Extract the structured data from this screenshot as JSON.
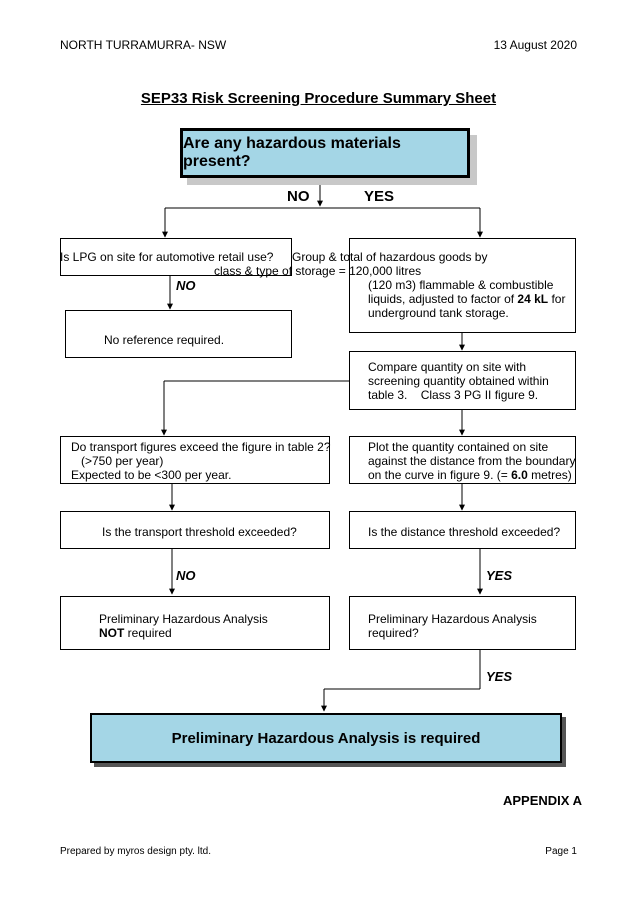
{
  "header": {
    "location": "NORTH TURRAMURRA- NSW",
    "date": "13 August 2020"
  },
  "title": "SEP33 Risk Screening Procedure Summary Sheet",
  "flow": {
    "q_hazardous": "Are any hazardous materials present?",
    "no": "NO",
    "yes": "YES",
    "lpg_question": "Is LPG on site for automotive retail use?",
    "group_line1": "Group & total of hazardous goods by",
    "group_line2": "class & type of storage = 120,000 litres",
    "group_line3": "(120 m3) flammable & combustible",
    "group_line4a": "liquids, adjusted to factor of ",
    "group_line4b": "24 kL",
    "group_line4c": " for",
    "group_line5": "underground tank storage.",
    "lpg_no": "NO",
    "no_reference": "No reference required.",
    "compare_line1": "Compare quantity on site with",
    "compare_line2": "screening quantity obtained within",
    "compare_line3": "table 3.    Class 3 PG II figure 9.",
    "transport_line1": "Do transport figures exceed the figure in table 2?",
    "transport_line2": "(>750 per year)",
    "transport_line3": "Expected to be <300 per year.",
    "plot_line1": "Plot the quantity contained on site",
    "plot_line2": "against the distance from the boundary",
    "plot_line3a": "on the curve in figure 9. (= ",
    "plot_line3b": "6.0",
    "plot_line3c": " metres)",
    "transport_threshold": "Is the transport threshold exceeded?",
    "distance_threshold": "Is the distance threshold exceeded?",
    "left_no": "NO",
    "right_yes": "YES",
    "pha_left_line1": "Preliminary Hazardous Analysis",
    "pha_left_not": "NOT",
    "pha_left_line2": " required",
    "pha_right_line1": "Preliminary Hazardous Analysis",
    "pha_right_line2": "required?",
    "bottom_yes": "YES",
    "final": "Preliminary Hazardous Analysis is required"
  },
  "appendix": "APPENDIX A",
  "footer": {
    "prepared_by": "Prepared by myros design pty. ltd.",
    "page": "Page 1"
  }
}
